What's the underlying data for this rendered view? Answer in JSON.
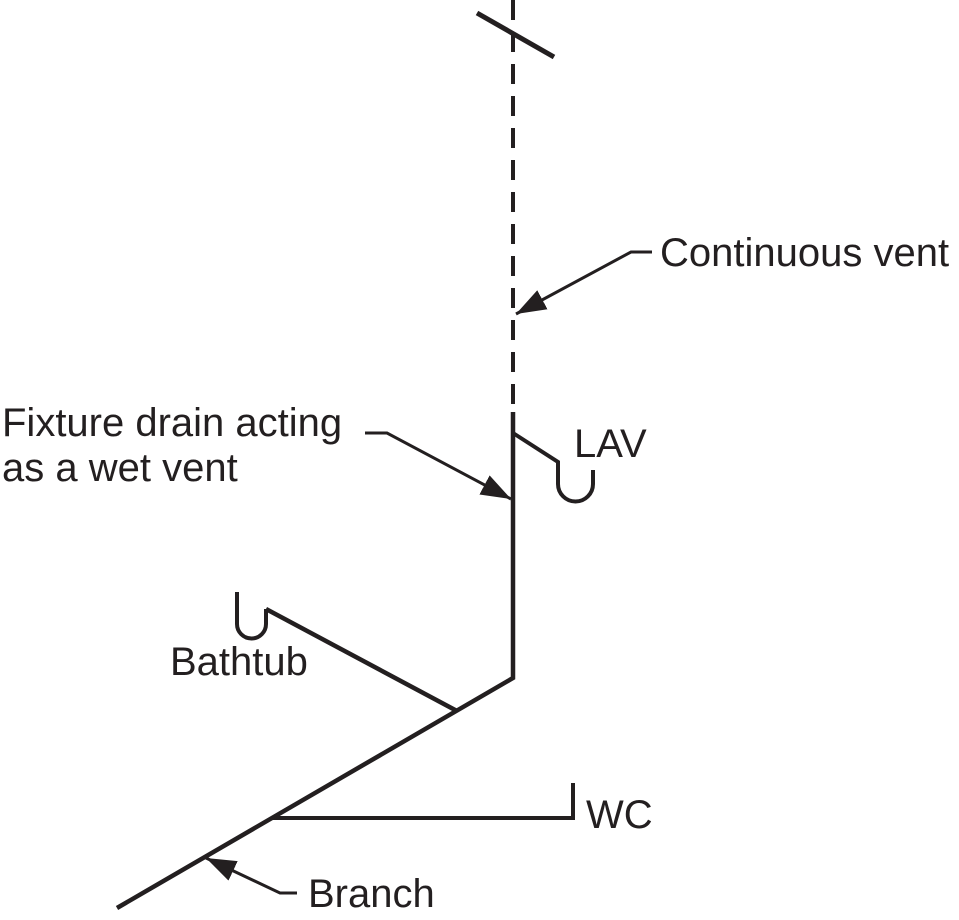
{
  "diagram": {
    "labels": {
      "continuous_vent": "Continuous vent",
      "fixture_drain_line1": "Fixture drain acting",
      "fixture_drain_line2": "as a wet vent",
      "lav": "LAV",
      "bathtub": "Bathtub",
      "wc": "WC",
      "branch": "Branch"
    },
    "colors": {
      "ink": "#231f20",
      "background": "#ffffff"
    }
  }
}
